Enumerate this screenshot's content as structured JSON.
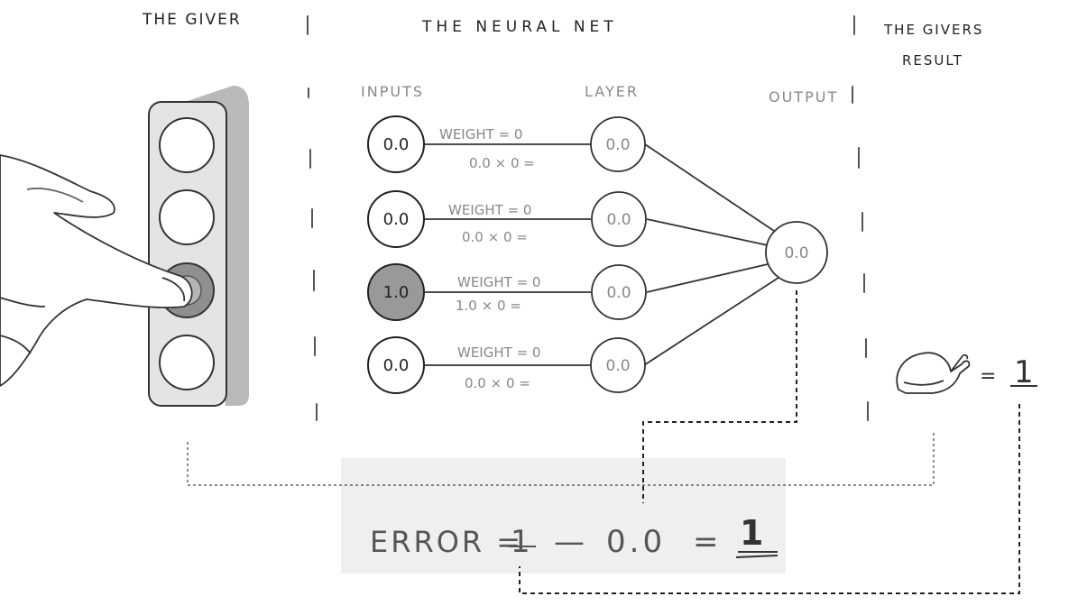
{
  "headers": {
    "giver": "THE GIVER",
    "net": "THE NEURAL NET",
    "result_line1": "THE GIVERS",
    "result_line2": "RESULT"
  },
  "column_labels": {
    "inputs": "INPUTS",
    "layer": "LAYER",
    "output": "OUTPUT"
  },
  "rows": [
    {
      "input": "0.0",
      "weight": "WEIGHT = 0",
      "calc": "0.0 × 0 =",
      "layer": "0.0",
      "active": false
    },
    {
      "input": "0.0",
      "weight": "WEIGHT = 0",
      "calc": "0.0 × 0 =",
      "layer": "0.0",
      "active": false
    },
    {
      "input": "1.0",
      "weight": "WEIGHT = 0",
      "calc": "1.0 × 0 =",
      "layer": "0.0",
      "active": true
    },
    {
      "input": "0.0",
      "weight": "WEIGHT = 0",
      "calc": "0.0 × 0 =",
      "layer": "0.0",
      "active": false
    }
  ],
  "output_value": "0.0",
  "result": {
    "icon": "roast-chicken-icon",
    "equals": "=",
    "value": "1"
  },
  "error": {
    "label": "ERROR =",
    "target": "1",
    "minus": "—",
    "output": "0.0",
    "equals": "=",
    "result": "1"
  },
  "colors": {
    "active_fill": "#999999",
    "panel": "#e4e4e4",
    "panel_shadow": "#b9b9b9",
    "error_bg": "#efefef"
  }
}
